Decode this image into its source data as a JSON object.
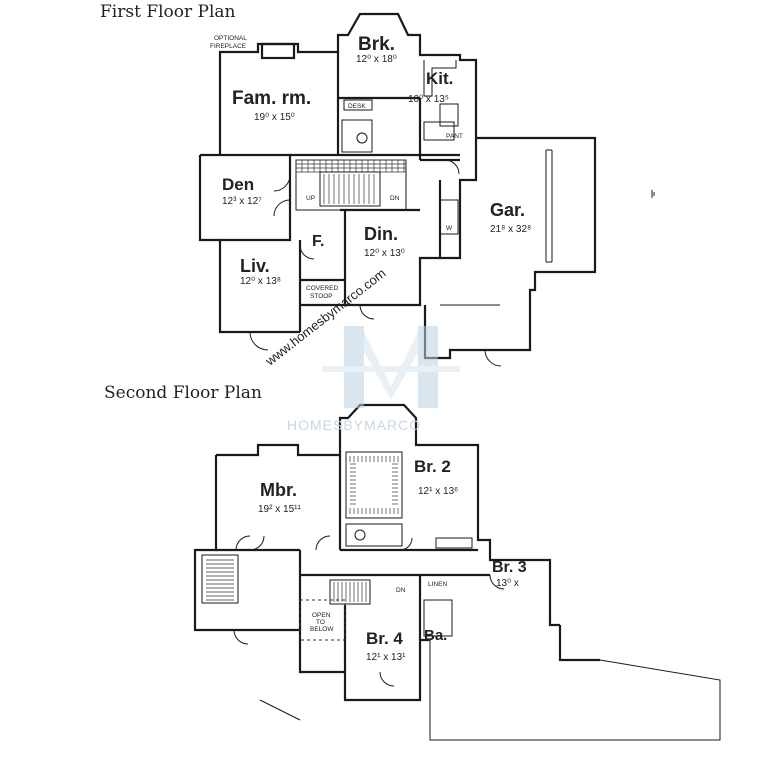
{
  "titles": {
    "first_floor": "First Floor Plan",
    "second_floor": "Second Floor Plan"
  },
  "watermark": {
    "brand": "HOMESBYMARCO",
    "url": "www.homesbymarco.com"
  },
  "first_floor": {
    "fam_rm": {
      "name": "Fam. rm.",
      "dims": "19⁰ x 15⁰"
    },
    "brk": {
      "name": "Brk.",
      "dims": "12⁰ x 18⁰"
    },
    "kit": {
      "name": "Kit.",
      "dims": "10⁰ x 13⁵"
    },
    "den": {
      "name": "Den",
      "dims": "12³ x 12⁷"
    },
    "liv": {
      "name": "Liv.",
      "dims": "12⁰ x 13⁸"
    },
    "din": {
      "name": "Din.",
      "dims": "12⁰ x 13⁰"
    },
    "foyer": {
      "name": "F."
    },
    "gar": {
      "name": "Gar.",
      "dims": "21⁸ x 32⁸"
    },
    "labels": {
      "optional_fireplace_1": "OPTIONAL",
      "optional_fireplace_2": "FIREPLACE",
      "desk": "DESK",
      "pant": "PANT",
      "up": "UP",
      "dn": "DN",
      "w": "W",
      "covered_1": "COVERED",
      "covered_2": "STOOP"
    }
  },
  "second_floor": {
    "mbr": {
      "name": "Mbr.",
      "dims": "19² x 15¹¹"
    },
    "br2": {
      "name": "Br. 2",
      "dims": "12¹ x 13⁶"
    },
    "br3": {
      "name": "Br. 3",
      "dims": "13⁰ x"
    },
    "br4": {
      "name": "Br. 4",
      "dims": "12¹ x 13¹"
    },
    "ba": {
      "name": "Ba."
    },
    "labels": {
      "linen": "LINEN",
      "dn": "DN",
      "open_1": "OPEN",
      "open_2": "TO",
      "open_3": "BELOW"
    }
  }
}
